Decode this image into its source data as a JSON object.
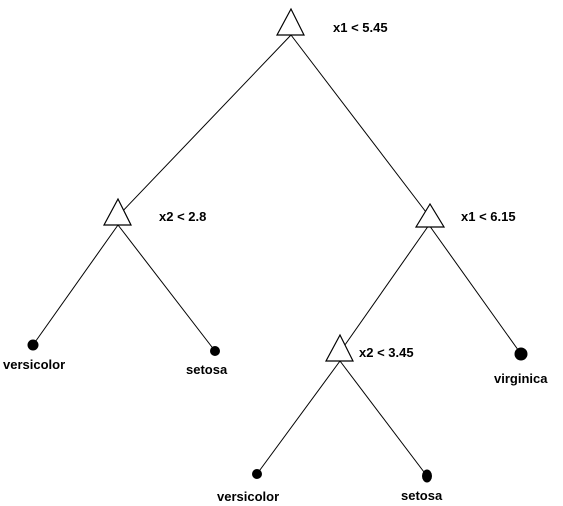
{
  "tree": {
    "root": {
      "condition": "x1 < 5.45",
      "left": {
        "condition": "x2 < 2.8",
        "left_leaf": "versicolor",
        "right_leaf": "setosa"
      },
      "right": {
        "condition": "x1 < 6.15",
        "left": {
          "condition": "x2 < 3.45",
          "left_leaf": "versicolor",
          "right_leaf": "setosa"
        },
        "right_leaf": "virginica"
      }
    }
  },
  "colors": {
    "line": "#000000",
    "background": "#ffffff"
  }
}
